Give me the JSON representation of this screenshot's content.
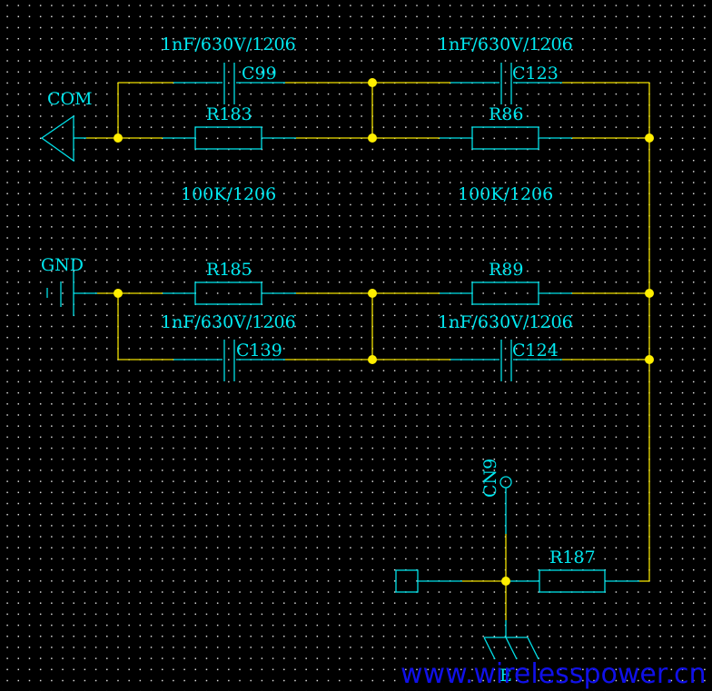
{
  "schematic": {
    "colors": {
      "wire": "#f0e000",
      "component": "#00e0e8",
      "junction": "#ffee00",
      "background": "#000000",
      "watermark": "#1010e8"
    },
    "ports": {
      "com": "COM",
      "gnd": "GND",
      "cn9": "CN9",
      "earth": "E"
    },
    "components": {
      "c99": {
        "ref": "C99",
        "value": "1nF/630V/1206"
      },
      "c123": {
        "ref": "C123",
        "value": "1nF/630V/1206"
      },
      "r183": {
        "ref": "R183",
        "value": "100K/1206"
      },
      "r86": {
        "ref": "R86",
        "value": "100K/1206"
      },
      "r185": {
        "ref": "R185"
      },
      "r89": {
        "ref": "R89"
      },
      "c139": {
        "ref": "C139",
        "value": "1nF/630V/1206"
      },
      "c124": {
        "ref": "C124",
        "value": "1nF/630V/1206"
      },
      "r187": {
        "ref": "R187"
      }
    },
    "watermark": "www.wirelesspower.cn"
  }
}
